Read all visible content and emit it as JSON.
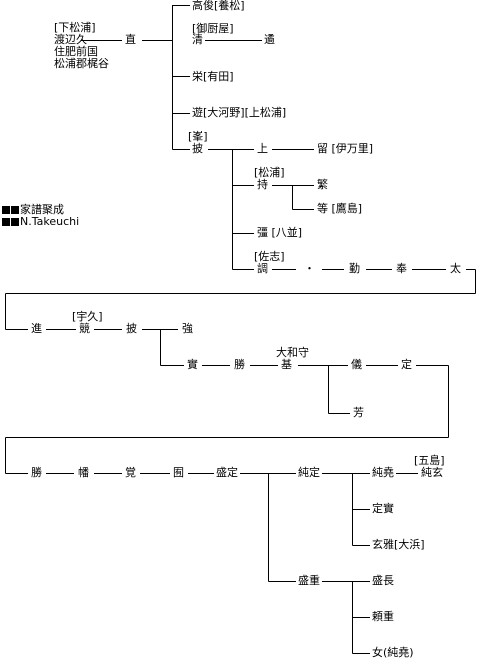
{
  "origin": {
    "bracket": "[下松浦]",
    "name": "渡辺久",
    "line2": "住肥前国",
    "line3": "松浦郡梶谷"
  },
  "credits": {
    "line1": "家譜聚成",
    "line2": "N.Takeuchi"
  },
  "nodes": {
    "nao": "直",
    "takatoshi": "高俊[養松]",
    "kiyo_bracket": "[御厨屋]",
    "kiyo": "清",
    "tsuzuku": "遹",
    "sakae": "栄[有田]",
    "asobu": "遊[大河野][上松浦]",
    "hiraku_bracket": "[峯]",
    "hiraku": "披",
    "kami": "上",
    "tome": "留 [伊万里]",
    "tamotsu_bracket": "[松浦]",
    "tamotsu": "持",
    "shigeru": "繁",
    "hitoshi": "等 [鷹島]",
    "tsuyoshi": "彊 [八並]",
    "shirabe_bracket": "[佐志]",
    "shirabe": "調",
    "dot": "・",
    "tsutomu": "勤",
    "hou": "奉",
    "futoshi": "太",
    "susumu": "進",
    "kisou_bracket": "[宇久]",
    "kisou": "競",
    "hiraku2": "披",
    "tsuyoshi2": "強",
    "minoru": "實",
    "masaru": "勝",
    "motoi_title": "大和守",
    "motoi": "基",
    "gi": "儀",
    "sadamu": "定",
    "kanbashi": "芳",
    "katsu": "勝",
    "hata": "幡",
    "satoru": "覚",
    "sono": "囿",
    "morisada": "盛定",
    "sumisada": "純定",
    "sumitaka": "純堯",
    "goto_bracket": "[五島]",
    "sumiharu": "純玄",
    "sadazane": "定實",
    "harumasa": "玄雅[大浜]",
    "morishige": "盛重",
    "morinaga": "盛長",
    "yorishige": "頼重",
    "musume": "女(純堯)"
  }
}
